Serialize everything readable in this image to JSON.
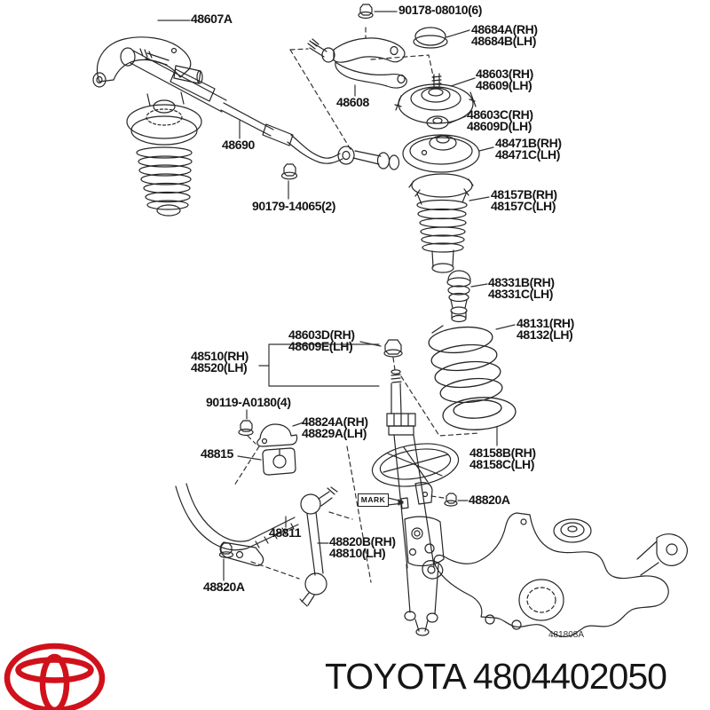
{
  "colors": {
    "line": "#262626",
    "text": "#141414",
    "logo_red": "#d0111b"
  },
  "footer": {
    "part_text": "TOYOTA 4804402050"
  },
  "diagram_ref": "481808A",
  "mark_box": "MARK",
  "labels": [
    {
      "line1": "48607A"
    },
    {
      "line1": "90178-08010(6)"
    },
    {
      "line1": "48684A(RH)",
      "line2": "48684B(LH)"
    },
    {
      "line1": "48603(RH)",
      "line2": "48609(LH)"
    },
    {
      "line1": "48603C(RH)",
      "line2": "48609D(LH)"
    },
    {
      "line1": "48471B(RH)",
      "line2": "48471C(LH)"
    },
    {
      "line1": "48608"
    },
    {
      "line1": "48690"
    },
    {
      "line1": "90179-14065(2)"
    },
    {
      "line1": "48157B(RH)",
      "line2": "48157C(LH)"
    },
    {
      "line1": "48331B(RH)",
      "line2": "48331C(LH)"
    },
    {
      "line1": "48131(RH)",
      "line2": "48132(LH)"
    },
    {
      "line1": "48603D(RH)",
      "line2": "48609E(LH)"
    },
    {
      "line1": "48510(RH)",
      "line2": "48520(LH)"
    },
    {
      "line1": "90119-A0180(4)"
    },
    {
      "line1": "48824A(RH)",
      "line2": "48829A(LH)"
    },
    {
      "line1": "48815"
    },
    {
      "line1": "48158B(RH)",
      "line2": "48158C(LH)"
    },
    {
      "line1": "48820A"
    },
    {
      "line1": "48811"
    },
    {
      "line1": "48820B(RH)",
      "line2": "48810(LH)"
    },
    {
      "line1": "48820A"
    }
  ]
}
